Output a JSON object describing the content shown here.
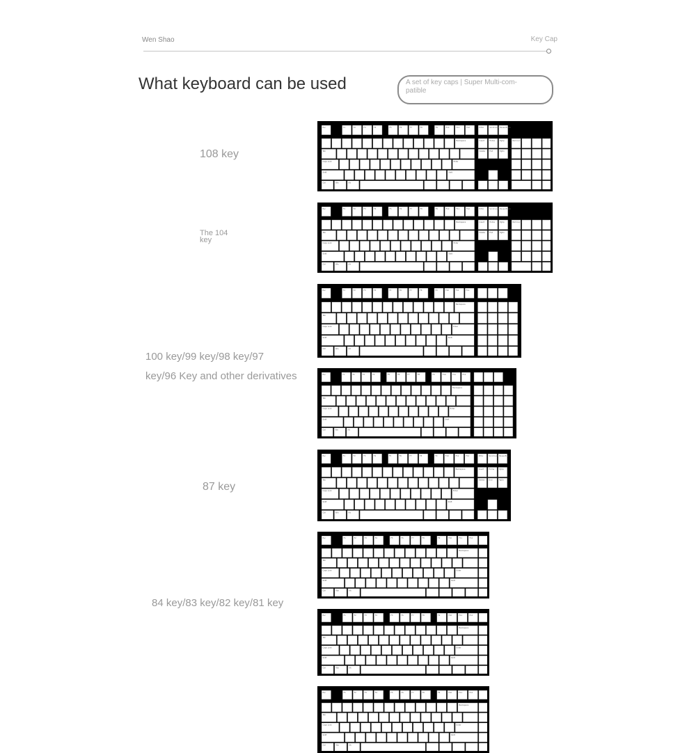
{
  "header": {
    "author": "Wen Shao",
    "topic": "Key Cap"
  },
  "title": "What keyboard can be used",
  "pill": {
    "line1": "A set of key caps | Super Multi-com-",
    "line2": "patible"
  },
  "labels": {
    "k108": "108 key",
    "k104_line1": "The 104",
    "k104_line2": "key",
    "k100_line1": "100 key/99 key/98 key/97",
    "k100_line2": "key/96 Key and other derivatives",
    "k87": "87 key",
    "k84": "84 key/83 key/82 key/81 key"
  },
  "key_legends": {
    "fn_row": [
      "Esc",
      "F1",
      "F2",
      "F3",
      "F4",
      "F5",
      "F6",
      "F7",
      "F8",
      "F9",
      "F10",
      "F11",
      "F12"
    ],
    "nav": [
      "PrtSc",
      "Scroll Lock",
      "Pause Break",
      "Insert",
      "Home",
      "PgUp",
      "Delete",
      "End",
      "PgDn"
    ],
    "mods": [
      "Tab",
      "Caps Lock",
      "Shift",
      "Ctrl",
      "Win",
      "Alt",
      "Enter",
      "Backspace",
      "Num Lock"
    ]
  }
}
